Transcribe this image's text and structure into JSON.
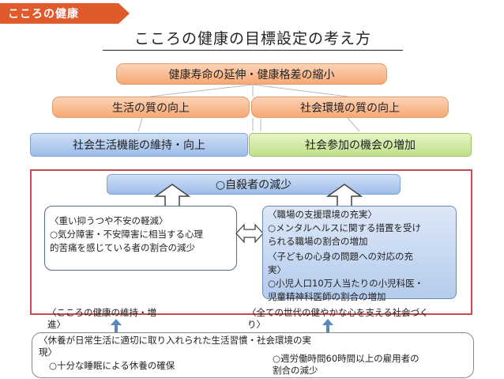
{
  "tag": {
    "label": "こころの健康",
    "color": "#e05a2c"
  },
  "title": "こころの健康の目標設定の考え方",
  "top_goal": "健康寿命の延伸・健康格差の縮小",
  "mid_left": "生活の質の向上",
  "mid_right": "社会環境の質の向上",
  "row3_left": "社会生活機能の維持・向上",
  "row3_right": "社会参加の機会の増加",
  "suicide": "○自殺者の減少",
  "depression": {
    "heading": "〈重い抑うつや不安の軽減〉",
    "line1": "○気分障害・不安障害に相当する心理",
    "line2": "的苦痛を感じている者の割合の減少"
  },
  "workplace": {
    "heading": "〈職場の支援環境の充実〉",
    "line1": "○メンタルヘルスに関する措置を受け",
    "line2": "られる職場の割合の増加",
    "heading2": "〈子どもの心身の問題への対応の充",
    "heading2b": "実〉",
    "line3": "○小児人口10万人当たりの小児科医・",
    "line4": "児童精神科医師の割合の増加"
  },
  "label_left": {
    "line1": "〈こころの健康の維持・増",
    "line2": "進〉"
  },
  "label_right": {
    "line1": "〈全ての世代の健やかな心を支える社会づく",
    "line2": "り〉"
  },
  "bottom": {
    "line1": "〈休養が日常生活に適切に取り入れられた生活習慣・社会環境の実",
    "line2": "現〉",
    "sleep": "○十分な睡眠による休養の確保",
    "work_line1": "○週労働時間60時間以上の雇用者の",
    "work_line2": "割合の減少"
  }
}
